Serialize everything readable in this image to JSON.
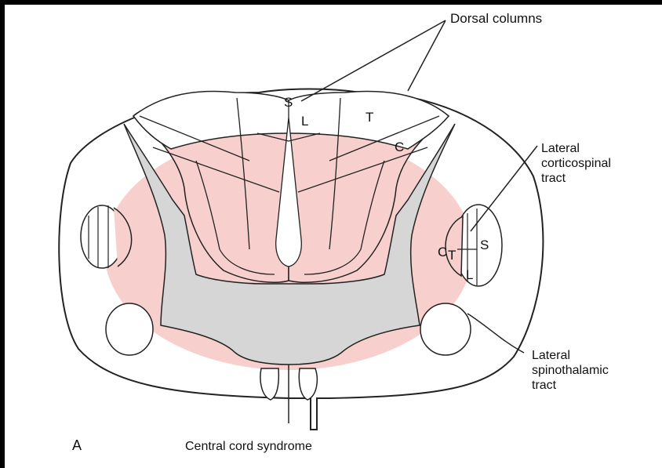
{
  "labels": {
    "dorsal_columns": "Dorsal columns",
    "lateral_corticospinal": "Lateral\ncorticospinal\ntract",
    "lateral_spinothalamic": "Lateral\nspinothalamic\ntract",
    "panel_letter": "A",
    "caption": "Central cord syndrome"
  },
  "segments": {
    "dorsal": {
      "s": "S",
      "l": "L",
      "t": "T",
      "c": "C"
    },
    "lateral": {
      "c": "C",
      "t": "T",
      "l": "L",
      "s": "S"
    }
  },
  "colors": {
    "lesion": "#f7cfcc",
    "gray_matter": "#d6d6d6",
    "outline": "#222222",
    "background": "#000000"
  }
}
